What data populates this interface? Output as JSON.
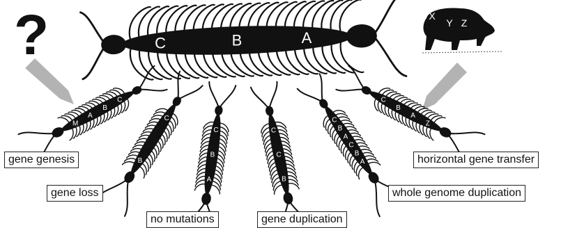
{
  "colors": {
    "ink": "#111111",
    "arrow": "#b3b3b3",
    "paper": "#ffffff"
  },
  "question_mark": "?",
  "large_centipede": {
    "gene_labels": [
      "C",
      "B",
      "A"
    ]
  },
  "source_organism": {
    "icon": "pig-silhouette-icon",
    "gene_labels": [
      "X",
      "Y",
      "Z"
    ]
  },
  "variants": [
    {
      "id": "gene-genesis",
      "label": "gene genesis",
      "genes": [
        "M",
        "A",
        "B",
        "C"
      ]
    },
    {
      "id": "gene-loss",
      "label": "gene loss",
      "genes": [
        "B",
        "C"
      ]
    },
    {
      "id": "no-mutations",
      "label": "no mutations",
      "genes": [
        "A",
        "B",
        "C"
      ]
    },
    {
      "id": "gene-duplication",
      "label": "gene duplication",
      "genes": [
        "B",
        "C",
        "C"
      ]
    },
    {
      "id": "whole-genome-duplication",
      "label": "whole genome duplication",
      "genes": [
        "A",
        "B",
        "C",
        "A",
        "B",
        "C"
      ]
    },
    {
      "id": "horizontal-gene-transfer",
      "label": "horizontal gene transfer",
      "genes": [
        "Z",
        "A",
        "B",
        "C"
      ]
    }
  ]
}
